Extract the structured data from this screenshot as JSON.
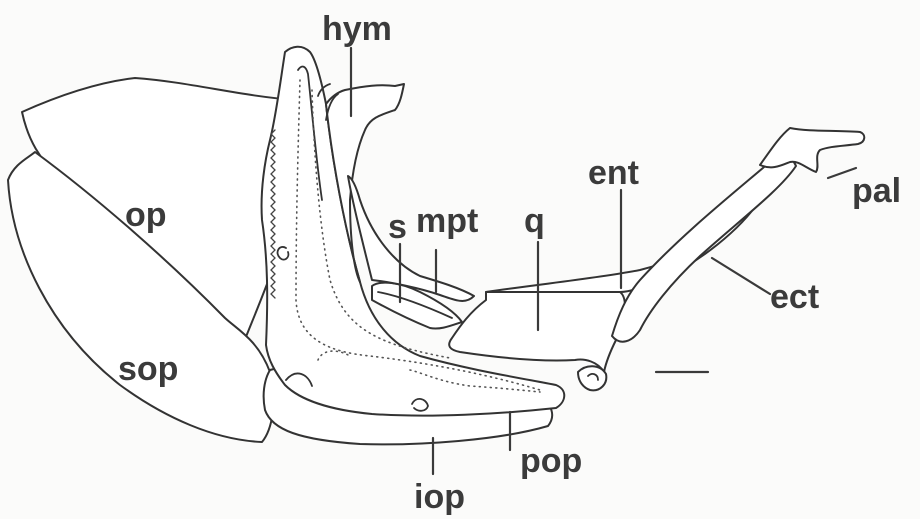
{
  "figure": {
    "labels": {
      "hym": "hym",
      "op": "op",
      "sop": "sop",
      "s": "s",
      "mpt": "mpt",
      "q": "q",
      "ent": "ent",
      "pal": "pal",
      "ect": "ect",
      "pop": "pop",
      "iop": "iop"
    }
  }
}
